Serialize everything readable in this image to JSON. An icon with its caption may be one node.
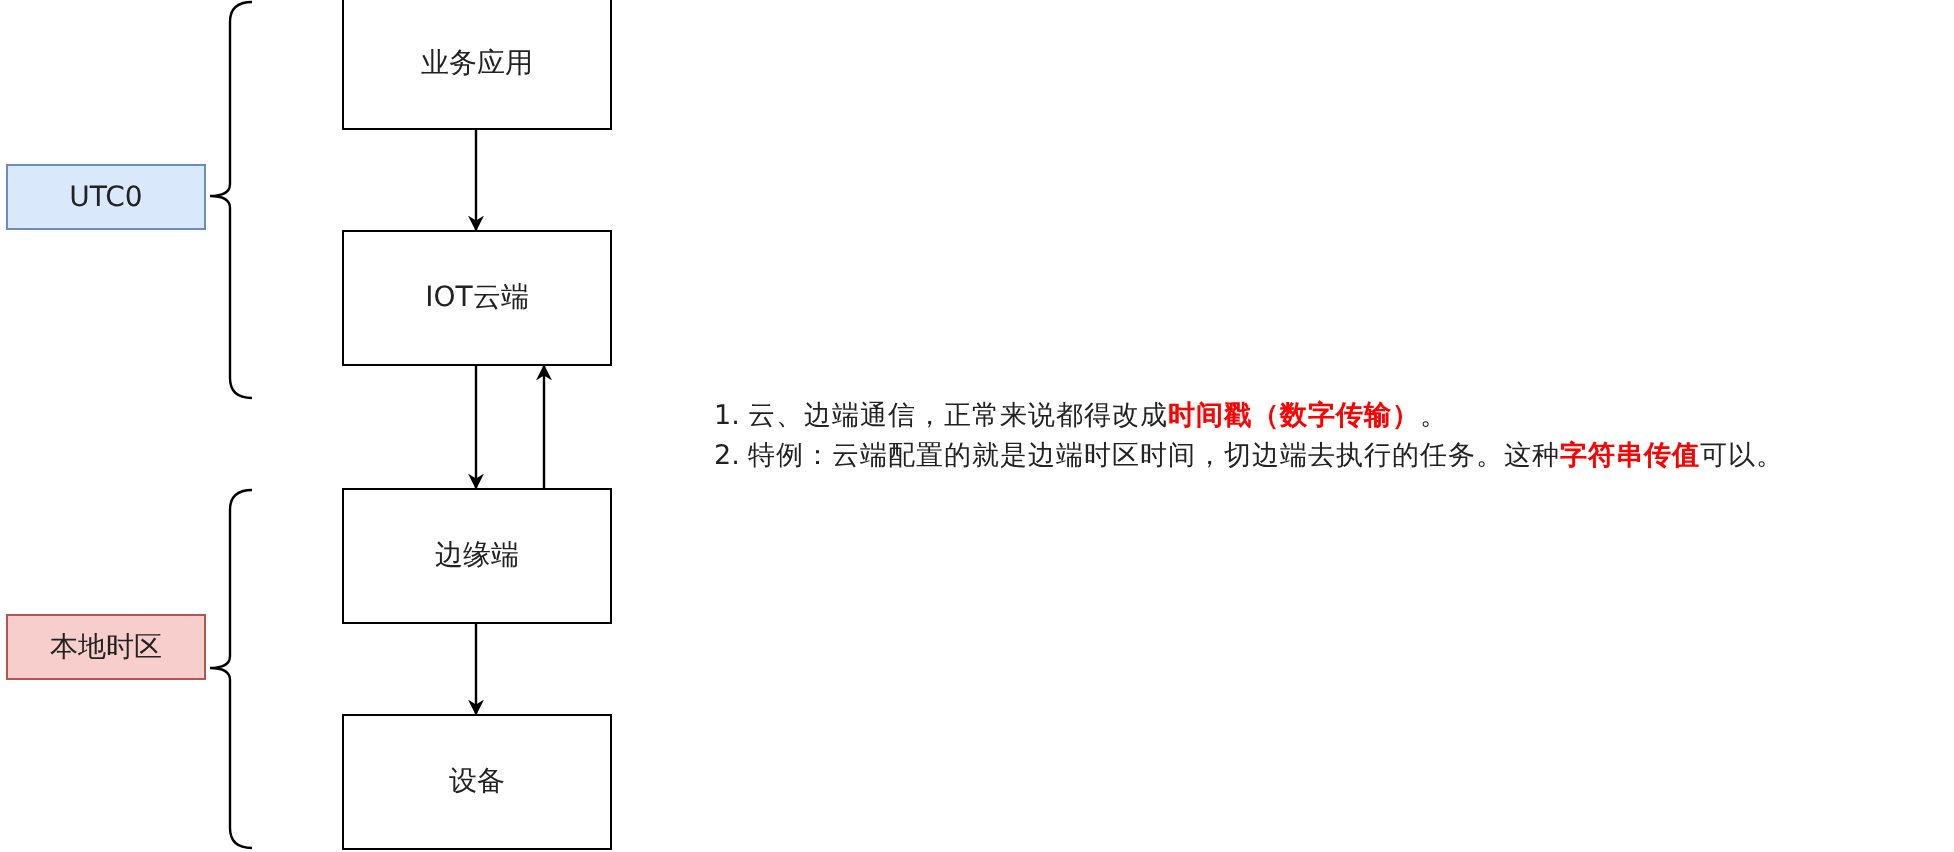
{
  "diagram": {
    "nodes": [
      {
        "text": [
          "业务应用"
        ]
      },
      {
        "text": [
          "IOT云端"
        ]
      },
      {
        "text": [
          "边缘端"
        ]
      },
      {
        "text": [
          "设备"
        ]
      },
      {
        "text": [
          "UTC0"
        ]
      },
      {
        "text": [
          "本地时区"
        ]
      }
    ],
    "edges": [
      {
        "from": 0,
        "to": 1,
        "arrow": "to"
      },
      {
        "from": 1,
        "to": 2,
        "arrow": "to"
      },
      {
        "from": 2,
        "to": 1,
        "arrow": "to"
      },
      {
        "from": 2,
        "to": 3,
        "arrow": "to"
      }
    ],
    "labels": [
      "1. 云、边端通信，正常来说都得改成**时间戳（数字传输）**。",
      "2. 特例：云端配置的就是边端时区时间，切边端去执行的任务。这种**字符串传值**可以。"
    ]
  }
}
